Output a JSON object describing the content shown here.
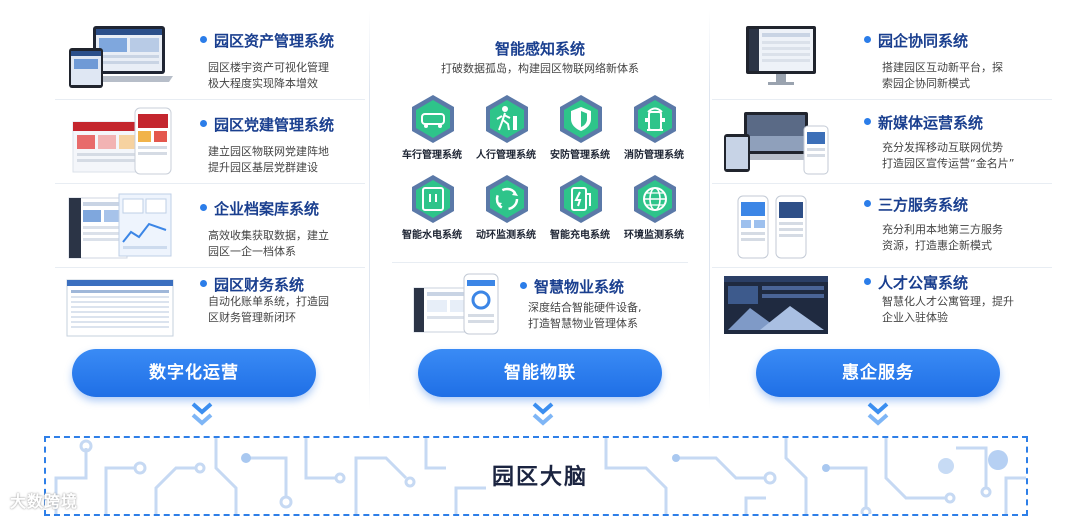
{
  "left": {
    "items": [
      {
        "title": "园区资产管理系统",
        "desc1": "园区楼宇资产可视化管理",
        "desc2": "极大程度实现降本增效"
      },
      {
        "title": "园区党建管理系统",
        "desc1": "建立园区物联网党建阵地",
        "desc2": "提升园区基层党群建设"
      },
      {
        "title": "企业档案库系统",
        "desc1": "高效收集获取数据，建立",
        "desc2": "园区一企一档体系"
      },
      {
        "title": "园区财务系统",
        "desc1": "自动化账单系统，打造园",
        "desc2": "区财务管理新闭环"
      }
    ],
    "button": "数字化运营"
  },
  "middle": {
    "title": "智能感知系统",
    "subtitle": "打破数据孤岛，构建园区物联网络新体系",
    "sensors": [
      {
        "label": "车行管理系统",
        "icon": "car-icon"
      },
      {
        "label": "人行管理系统",
        "icon": "pedestrian-icon"
      },
      {
        "label": "安防管理系统",
        "icon": "shield-icon"
      },
      {
        "label": "消防管理系统",
        "icon": "hydrant-icon"
      },
      {
        "label": "智能水电系统",
        "icon": "meter-icon"
      },
      {
        "label": "动环监测系统",
        "icon": "recycle-icon"
      },
      {
        "label": "智能充电系统",
        "icon": "charger-icon"
      },
      {
        "label": "环境监测系统",
        "icon": "globe-icon"
      }
    ],
    "property": {
      "title": "智慧物业系统",
      "desc1": "深度结合智能硬件设备,",
      "desc2": "打造智慧物业管理体系"
    },
    "button": "智能物联"
  },
  "right": {
    "items": [
      {
        "title": "园企协同系统",
        "desc1": "搭建园区互动新平台，探",
        "desc2": "索园企协同新模式"
      },
      {
        "title": "新媒体运营系统",
        "desc1": "充分发挥移动互联网优势",
        "desc2": "打造园区宣传运营“金名片”"
      },
      {
        "title": "三方服务系统",
        "desc1": "充分利用本地第三方服务",
        "desc2": "资源，打造惠企新模式"
      },
      {
        "title": "人才公寓系统",
        "desc1": "智慧化人才公寓管理，提升",
        "desc2": "企业入驻体验"
      }
    ],
    "button": "惠企服务"
  },
  "bottom": {
    "label": "园区大脑"
  },
  "watermark": "大数跨境",
  "colors": {
    "primary": "#2b7de9",
    "title": "#1a3f8f",
    "hex_fill": "#5b79a8",
    "hex_icon": "#2ec48a",
    "circuit": "#c6d9f3"
  }
}
